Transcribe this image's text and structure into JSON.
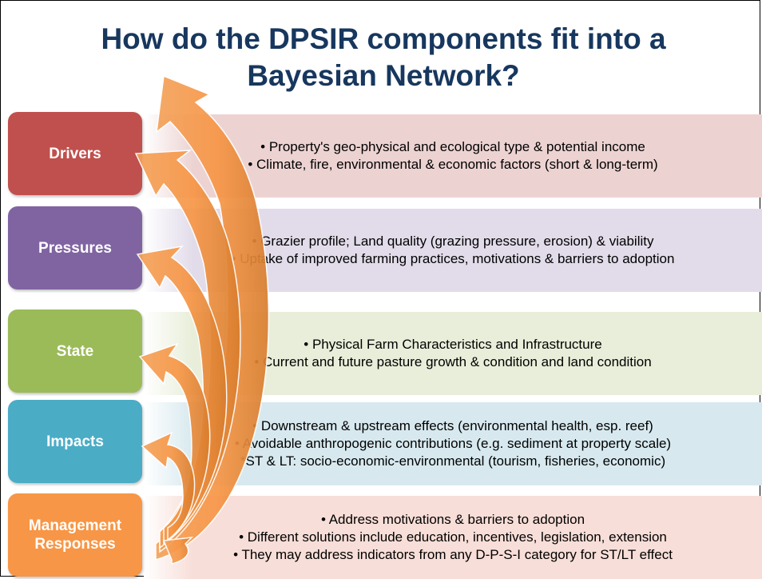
{
  "title": {
    "line1": "How do the DPSIR components fit into a",
    "line2": "Bayesian Network?"
  },
  "rows": [
    {
      "label": "Drivers",
      "color": "#c0504d",
      "panel_color": "#ecd3d2",
      "lines": [
        "• Property's geo-physical and ecological type & potential income",
        "• Climate, fire, environmental & economic factors (short & long-term)"
      ]
    },
    {
      "label": "Pressures",
      "color": "#8064a2",
      "panel_color": "#e2dcea",
      "lines": [
        "• Grazier profile; Land quality (grazing pressure, erosion) & viability",
        "• Uptake of improved farming practices, motivations & barriers to adoption"
      ]
    },
    {
      "label": "State",
      "color": "#9bbb59",
      "panel_color": "#e8eed9",
      "lines": [
        "• Physical Farm Characteristics and Infrastructure",
        "• Current and future pasture growth & condition and land condition"
      ]
    },
    {
      "label": "Impacts",
      "color": "#4bacc6",
      "panel_color": "#d7e9ef",
      "lines": [
        "• Downstream & upstream effects (environmental health, esp. reef)",
        "• Avoidable anthropogenic contributions (e.g. sediment at property scale)",
        "*ST & LT: socio-economic-environmental (tourism, fisheries, economic)"
      ]
    },
    {
      "label": "Management Responses",
      "color": "#f79646",
      "panel_color": "#f8ded8",
      "lines": [
        "• Address motivations & barriers to adoption",
        "• Different solutions include education, incentives, legislation, extension",
        "• They may address indicators from any D-P-S-I category for ST/LT effect"
      ]
    }
  ],
  "arrow_color": "#f79646"
}
